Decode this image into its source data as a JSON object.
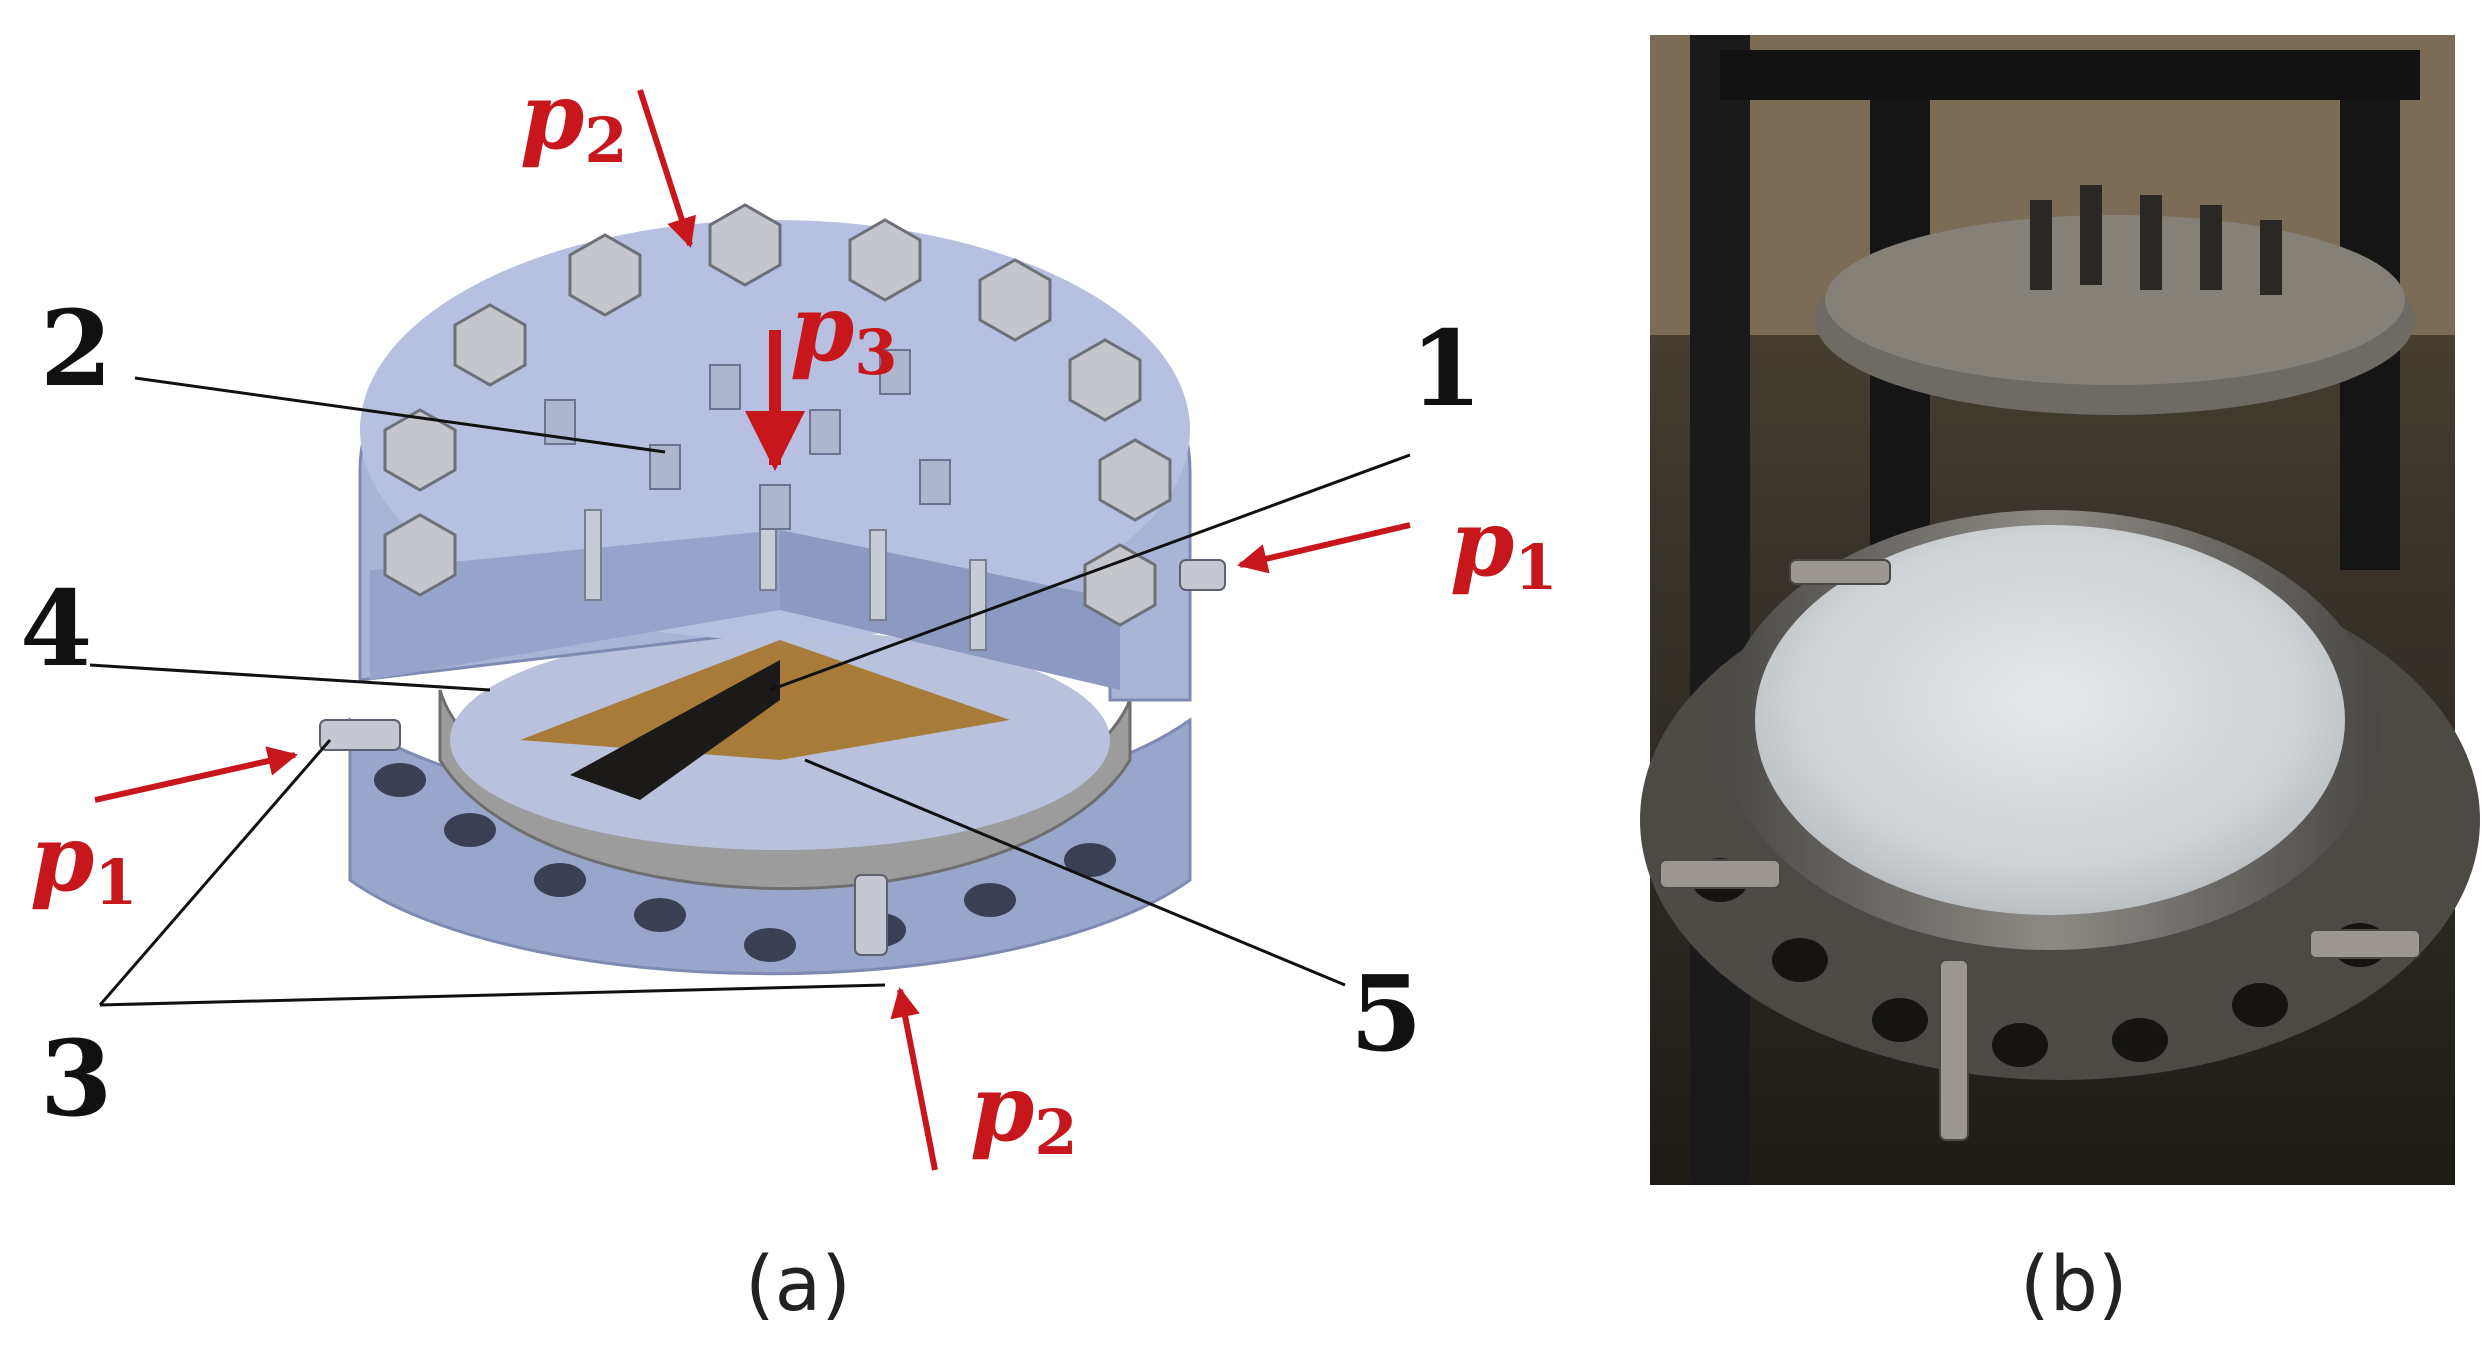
{
  "colors": {
    "pressure": "#c8161d",
    "steel": "#a9b4d6",
    "steel_dark": "#8491b8",
    "steel_light": "#c3cbe6",
    "bolt": "#b9bbc0",
    "sample": "#a77c3a",
    "leader": "#111111"
  },
  "diagram": {
    "part_labels": {
      "one": "1",
      "two": "2",
      "three": "3",
      "four": "4",
      "five": "5"
    },
    "pressure_labels": {
      "p1_right": {
        "base": "p",
        "sub": "1"
      },
      "p1_left": {
        "base": "p",
        "sub": "1"
      },
      "p2_top": {
        "base": "p",
        "sub": "2"
      },
      "p2_bottom": {
        "base": "p",
        "sub": "2"
      },
      "p3_top": {
        "base": "p",
        "sub": "3"
      }
    }
  },
  "captions": {
    "a": "(a)",
    "b": "(b)"
  }
}
